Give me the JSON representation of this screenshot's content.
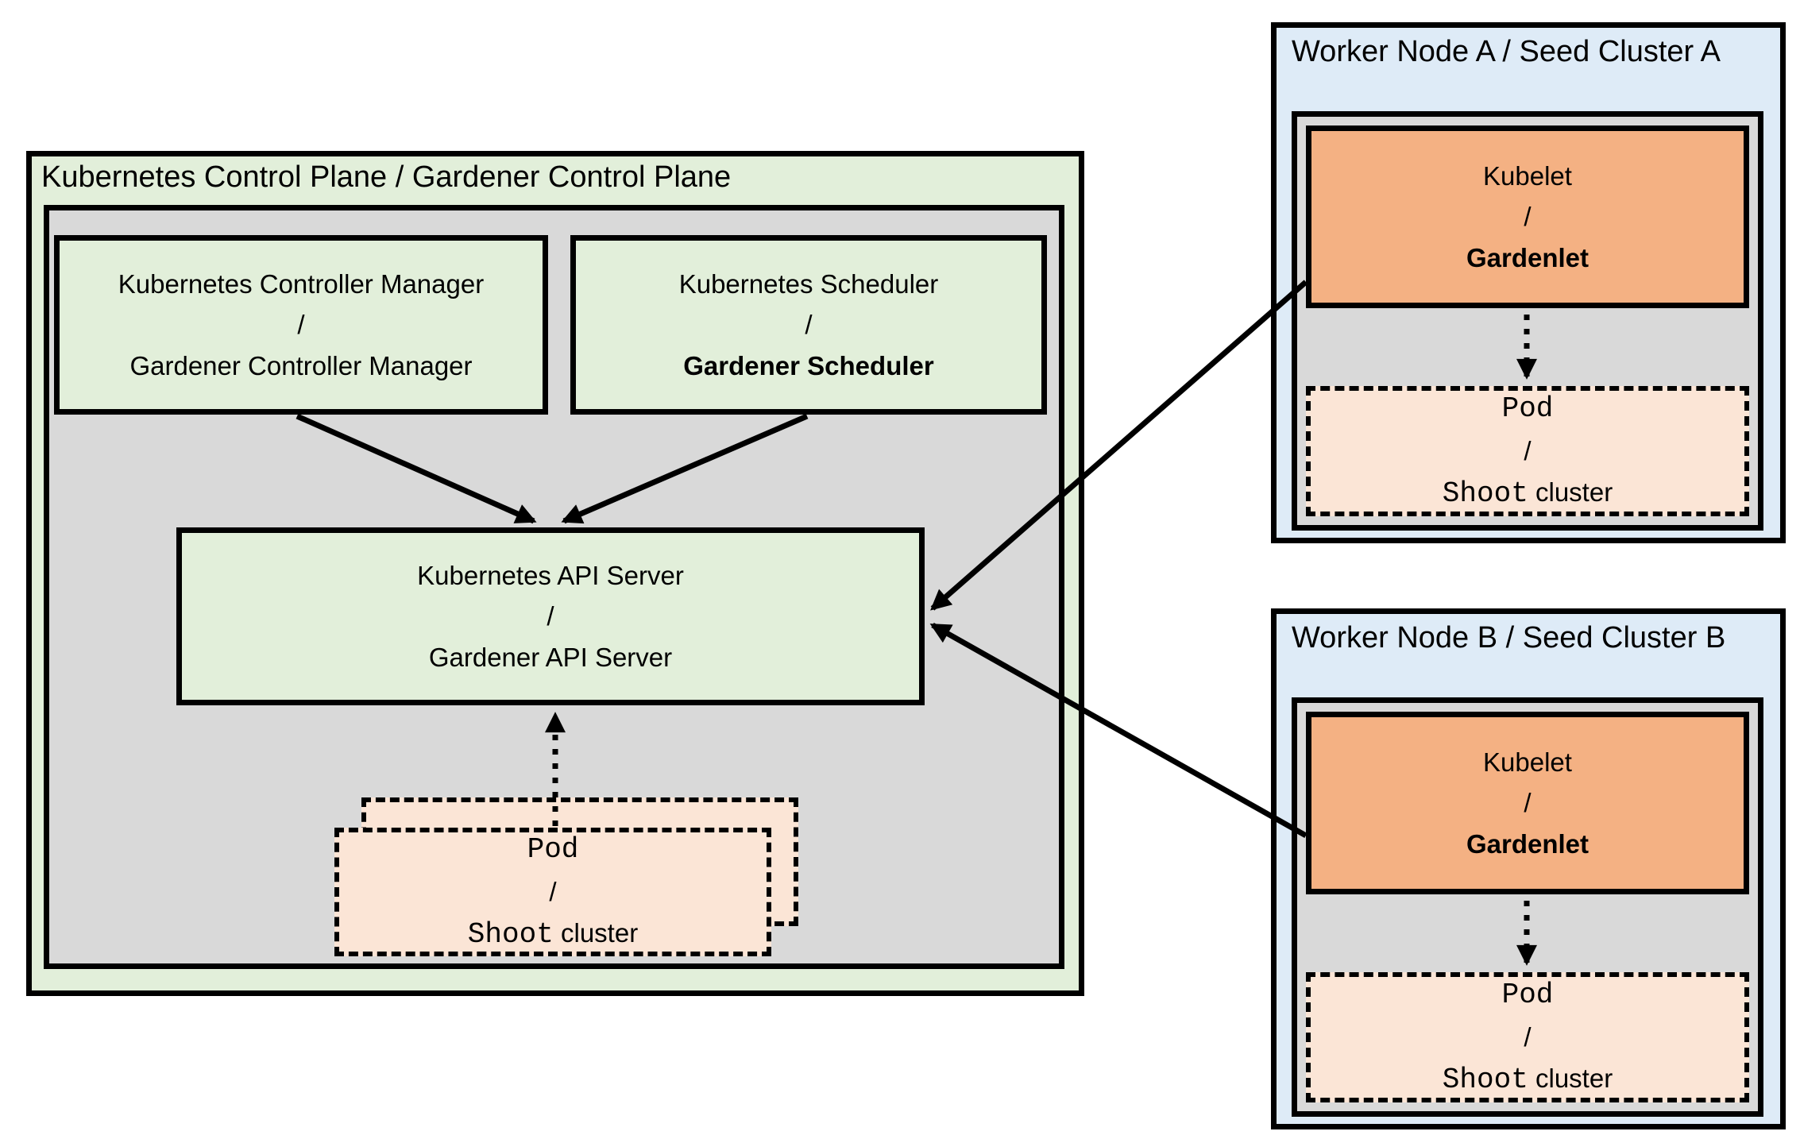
{
  "colors": {
    "green": "#E2EFDA",
    "gray": "#D9D9D9",
    "blue": "#DEEBF7",
    "orange": "#F4B183",
    "peach": "#FBE5D6",
    "line": "#000000"
  },
  "control_plane": {
    "title": "Kubernetes Control Plane / Gardener Control Plane",
    "controller_manager": {
      "kubernetes": "Kubernetes Controller Manager",
      "separator": "/",
      "gardener": "Gardener Controller Manager"
    },
    "scheduler": {
      "kubernetes": "Kubernetes Scheduler",
      "separator": "/",
      "gardener": "Gardener Scheduler"
    },
    "api_server": {
      "kubernetes": "Kubernetes API Server",
      "separator": "/",
      "gardener": "Gardener API Server"
    },
    "pod_stack": {
      "pod": "Pod",
      "separator": "/",
      "shoot": "Shoot",
      "cluster": "cluster"
    }
  },
  "worker_node_a": {
    "title": "Worker Node A / Seed Cluster A",
    "kubelet": {
      "kubernetes": "Kubelet",
      "separator": "/",
      "gardener": "Gardenlet"
    },
    "pod": {
      "pod": "Pod",
      "separator": "/",
      "shoot": "Shoot",
      "cluster": "cluster"
    }
  },
  "worker_node_b": {
    "title": "Worker Node B / Seed Cluster B",
    "kubelet": {
      "kubernetes": "Kubelet",
      "separator": "/",
      "gardener": "Gardenlet"
    },
    "pod": {
      "pod": "Pod",
      "separator": "/",
      "shoot": "Shoot",
      "cluster": "cluster"
    }
  }
}
